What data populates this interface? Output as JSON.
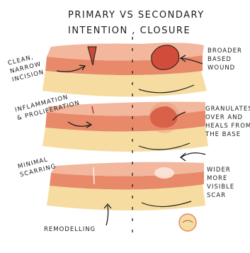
{
  "title_line1": "Primary vs Secondary",
  "title_line2": "Intention , Closure",
  "labels": {
    "clean_narrow_incision": "Clean,\nNarrow\nIncision",
    "broader_based_wound": "Broader\nBased\nWound",
    "inflammation_proliferation": "Inflammation\n& Proliferation",
    "granulates": "Granulates\nOver and\nHeals from\nthe Base",
    "minimal_scarring": "Minimal\nScarring",
    "wider_scar": "Wider\nMore\nVisible\nScar",
    "remodelling": "Remodelling"
  },
  "colors": {
    "epidermis": "#f2b79d",
    "dermis": "#e8896a",
    "subcutis": "#f6dca0",
    "wound": "#d24c3a",
    "ink": "#1c1c1c"
  },
  "icons": [
    "logo-badge"
  ]
}
